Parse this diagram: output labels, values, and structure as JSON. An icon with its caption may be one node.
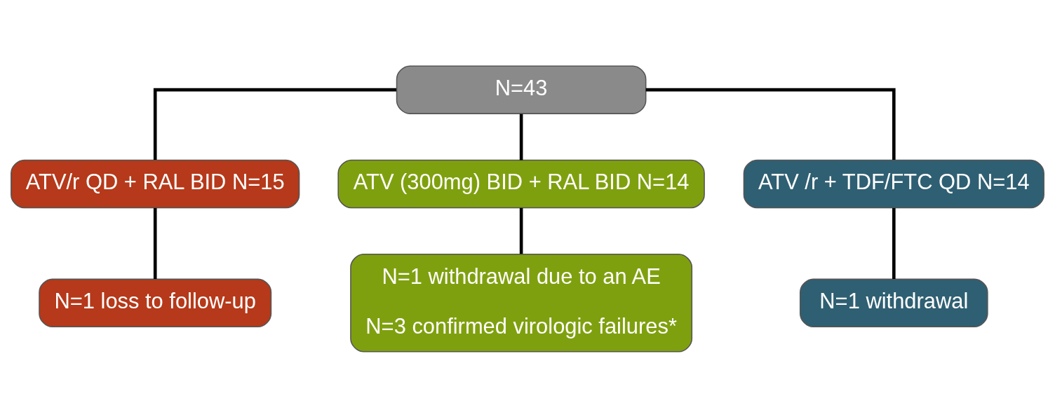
{
  "diagram": {
    "nodes": [
      {
        "text": [
          "N=43"
        ]
      },
      {
        "text": [
          "ATV/r QD + RAL BID N=15"
        ]
      },
      {
        "text": [
          "ATV (300mg) BID + RAL BID N=14"
        ]
      },
      {
        "text": [
          "ATV /r + TDF/FTC QD N=14"
        ]
      },
      {
        "text": [
          "N=1 loss to follow-up"
        ]
      },
      {
        "text": [
          "N=1 withdrawal due to an AE",
          "N=3 confirmed virologic failures*"
        ]
      },
      {
        "text": [
          "N=1 withdrawal"
        ]
      }
    ],
    "edges": [
      {
        "from": 0,
        "to": 1,
        "arrow": "none"
      },
      {
        "from": 0,
        "to": 2,
        "arrow": "none"
      },
      {
        "from": 0,
        "to": 3,
        "arrow": "none"
      },
      {
        "from": 1,
        "to": 4,
        "arrow": "none"
      },
      {
        "from": 2,
        "to": 5,
        "arrow": "none"
      },
      {
        "from": 3,
        "to": 6,
        "arrow": "none"
      }
    ]
  }
}
